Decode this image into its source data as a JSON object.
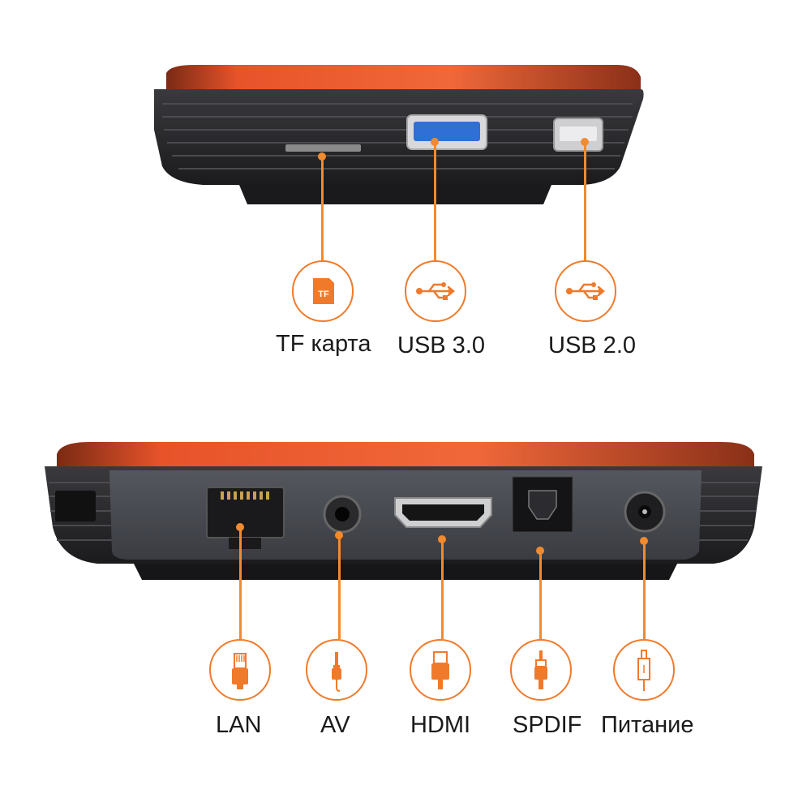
{
  "top_panel": {
    "ports": [
      {
        "id": "tf",
        "label": "TF карта",
        "icon": "tf-card-icon"
      },
      {
        "id": "usb3",
        "label": "USB 3.0",
        "icon": "usb-icon"
      },
      {
        "id": "usb2",
        "label": "USB 2.0",
        "icon": "usb-icon"
      }
    ]
  },
  "bottom_panel": {
    "ports": [
      {
        "id": "lan",
        "label": "LAN",
        "icon": "ethernet-plug-icon"
      },
      {
        "id": "av",
        "label": "AV",
        "icon": "audio-jack-icon"
      },
      {
        "id": "hdmi",
        "label": "HDMI",
        "icon": "hdmi-plug-icon"
      },
      {
        "id": "spdif",
        "label": "SPDIF",
        "icon": "optical-plug-icon"
      },
      {
        "id": "power",
        "label": "Питание",
        "icon": "power-plug-icon"
      }
    ]
  },
  "colors": {
    "accent": "#f28a2e",
    "device_body": "#2a2a2e",
    "device_top": "#e8532a",
    "usb3_blue": "#2f6fd6"
  }
}
